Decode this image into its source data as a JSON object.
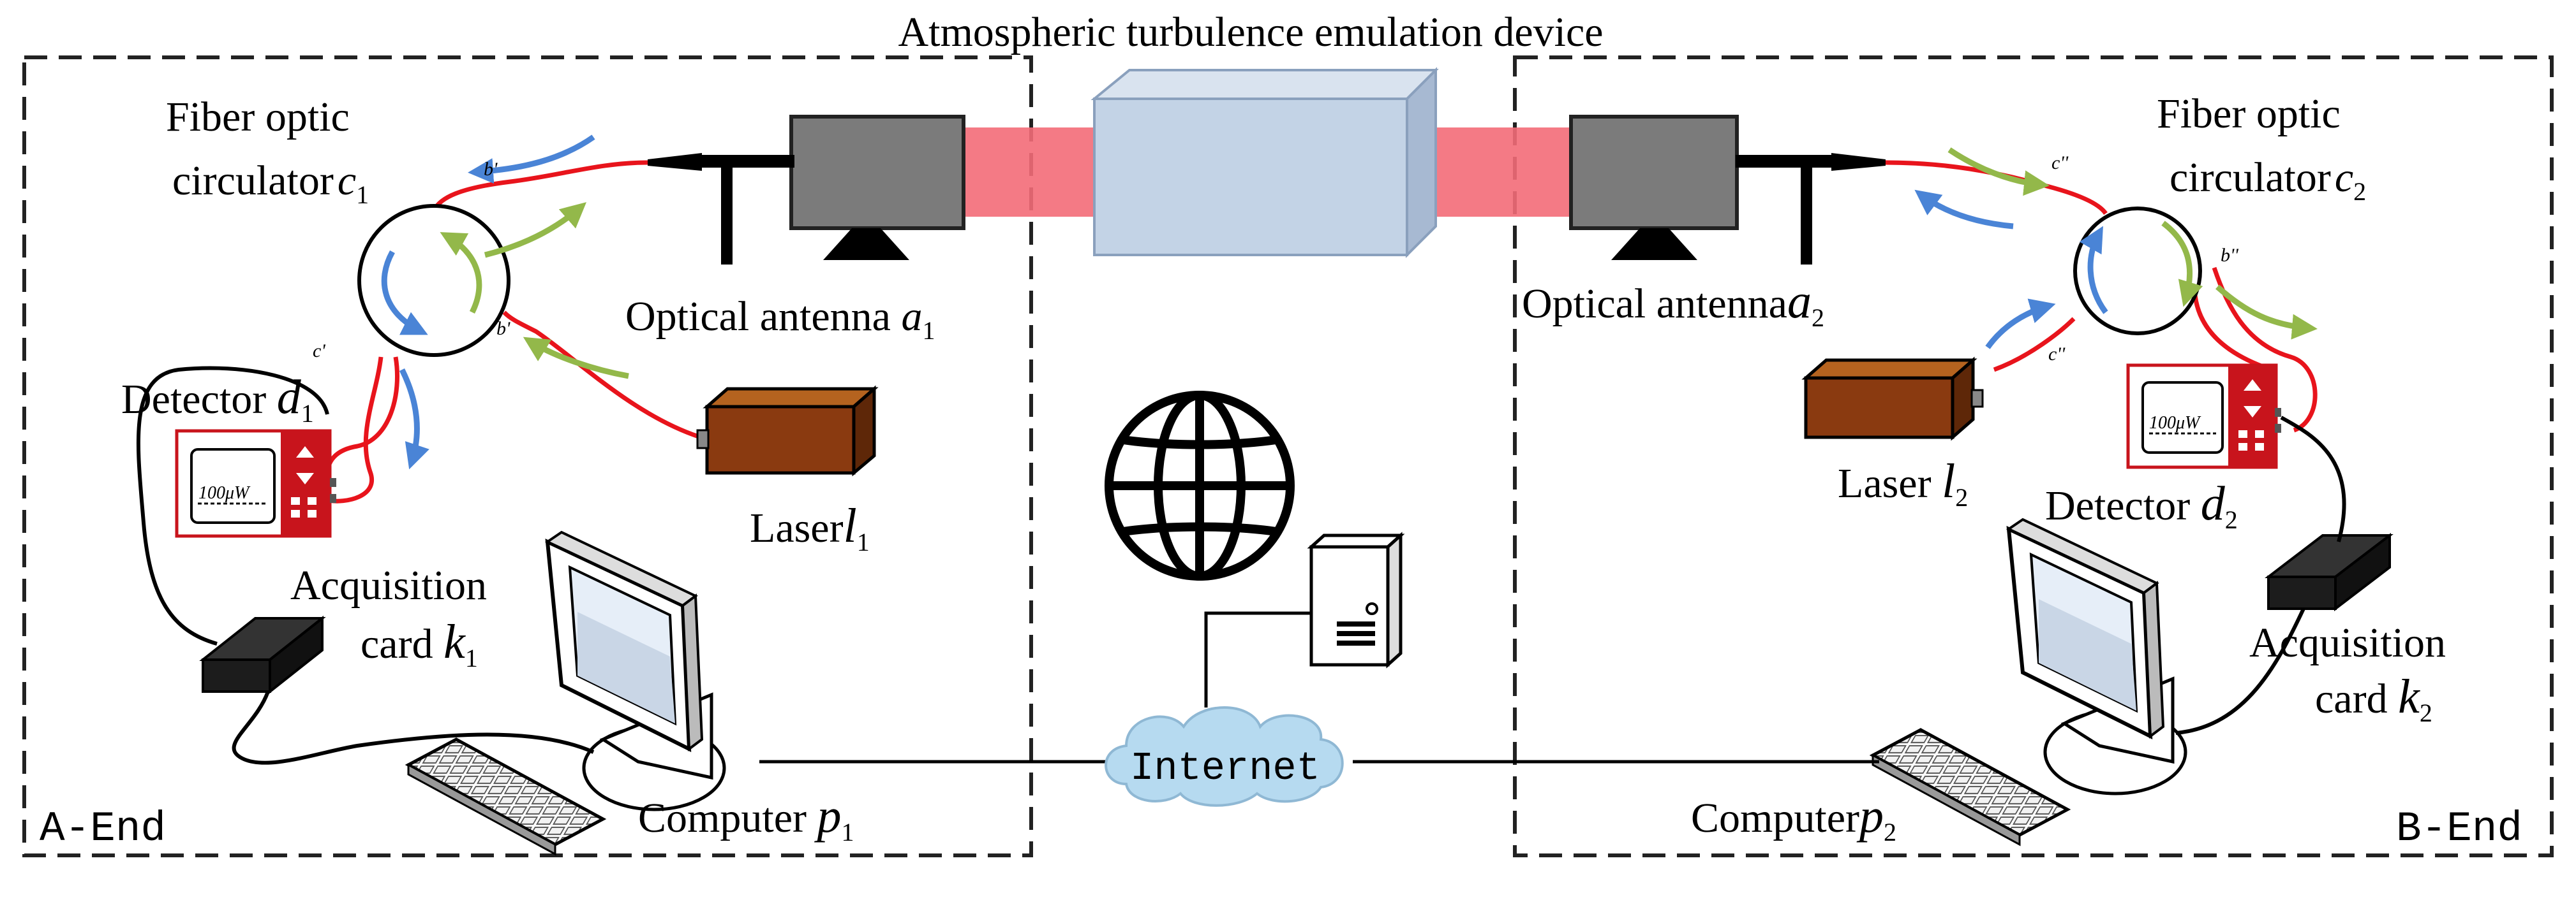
{
  "diagram": {
    "title": "Atmospheric turbulence emulation device",
    "a_end": {
      "end_label": "A-End",
      "circulator": {
        "line1": "Fiber optic",
        "line2": "circulator",
        "symbol": "c",
        "sub": "1"
      },
      "antenna": {
        "text": "Optical antenna ",
        "symbol": "a",
        "sub": "1"
      },
      "detector": {
        "text": "Detector ",
        "symbol": "d",
        "sub": "1",
        "reading": "100μW"
      },
      "laser": {
        "text": "Laser",
        "symbol": "l",
        "sub": "1"
      },
      "card": {
        "line1": "Acquisition",
        "line2": "card ",
        "symbol": "k",
        "sub": "1"
      },
      "computer": {
        "text": "Computer ",
        "symbol": "p",
        "sub": "1"
      },
      "ports": [
        "c'",
        "b'",
        "b'"
      ]
    },
    "b_end": {
      "end_label": "B-End",
      "circulator": {
        "line1": "Fiber optic",
        "line2": "circulator",
        "symbol": "c",
        "sub": "2"
      },
      "antenna": {
        "text": "Optical antenna",
        "symbol": "a",
        "sub": "2"
      },
      "detector": {
        "text": "Detector ",
        "symbol": "d",
        "sub": "2",
        "reading": "100μW"
      },
      "laser": {
        "text": "Laser ",
        "symbol": "l",
        "sub": "2"
      },
      "card": {
        "line1": "Acquisition",
        "line2": "card ",
        "symbol": "k",
        "sub": "2"
      },
      "computer": {
        "text": "Computer",
        "symbol": "p",
        "sub": "2"
      },
      "ports": [
        "c''",
        "b''",
        "c''"
      ]
    },
    "network": {
      "cloud_label": "Internet"
    },
    "colors": {
      "fiber": "#e8141c",
      "arrow_blue": "#4a84d6",
      "arrow_green": "#93b84a",
      "beam": "#f36b78",
      "box_front": "#c3d3e6",
      "antenna_body": "#7b7b7b",
      "laser_body": "#8a3a10",
      "detector_red": "#c8141c",
      "cloud": "#b6daf0"
    }
  }
}
